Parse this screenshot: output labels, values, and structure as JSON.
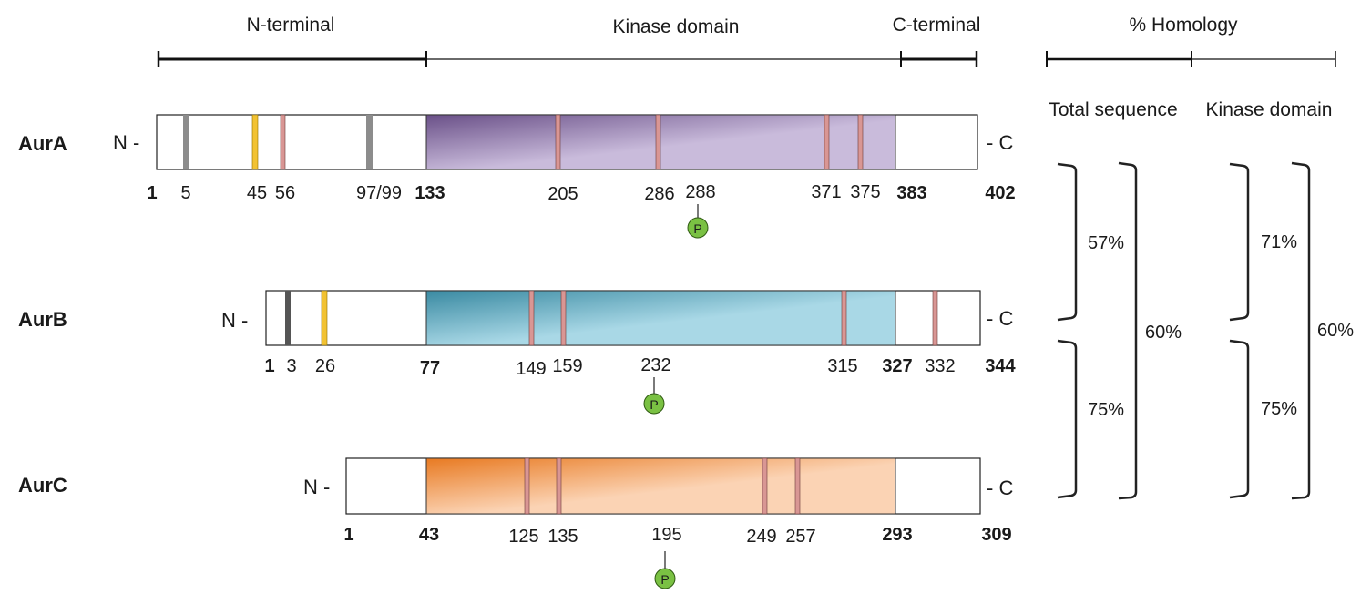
{
  "headers": {
    "n_terminal": "N-terminal",
    "kinase_domain": "Kinase domain",
    "c_terminal": "C-terminal",
    "homology": "% Homology",
    "total_sequence": "Total sequence",
    "kinase_domain_col": "Kinase domain"
  },
  "terminals": {
    "n": "N -",
    "c": "- C"
  },
  "phospho_label": "P",
  "proteins": [
    {
      "name": "AurA",
      "gradient": [
        "#6a5088",
        "#c9bbdb"
      ],
      "labels": {
        "start": "1",
        "kin_start": "133",
        "kin_end": "383",
        "end": "402",
        "sites": [
          "5",
          "45",
          "56",
          "97/99",
          "205",
          "286",
          "288",
          "371",
          "375"
        ]
      }
    },
    {
      "name": "AurB",
      "gradient": [
        "#3a8aa2",
        "#a9d8e6"
      ],
      "labels": {
        "start": "1",
        "kin_start": "77",
        "kin_end": "327",
        "end": "344",
        "sites": [
          "3",
          "26",
          "149",
          "159",
          "232",
          "315",
          "332"
        ]
      }
    },
    {
      "name": "AurC",
      "gradient": [
        "#e87a22",
        "#fbd3b4"
      ],
      "labels": {
        "start": "1",
        "kin_start": "43",
        "kin_end": "293",
        "end": "309",
        "sites": [
          "125",
          "135",
          "195",
          "249",
          "257"
        ]
      }
    }
  ],
  "homology": {
    "total_sequence": {
      "a_b": "57%",
      "b_c": "75%",
      "a_c": "60%"
    },
    "kinase_domain": {
      "a_b": "71%",
      "b_c": "75%",
      "a_c": "60%"
    }
  },
  "colors": {
    "stripe_grey": "#8c8c8c",
    "stripe_dark": "#555555",
    "stripe_yellow": "#f2c232",
    "stripe_pink": "#d99694",
    "phospho": "#7ac143"
  }
}
